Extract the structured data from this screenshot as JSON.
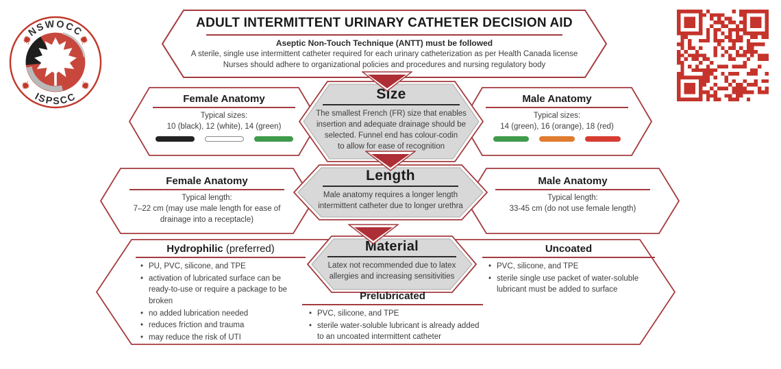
{
  "colors": {
    "red": "#a43a3e",
    "arrow_red": "#ae2e36",
    "qr_red": "#c5342c",
    "hex_gray": "#d8d8d8"
  },
  "logo": {
    "top_text": "NSWOCC",
    "bottom_text": "ISPSCC"
  },
  "banner": {
    "title": "ADULT INTERMITTENT URINARY CATHETER DECISION AID",
    "bold_line": "Aseptic Non-Touch Technique (ANTT) must be followed",
    "line1": "A sterile, single use intermittent catheter required for each urinary catheterization as per Health Canada license",
    "line2": "Nurses should adhere to organizational policies and procedures and nursing regulatory body"
  },
  "size_row": {
    "female": {
      "heading": "Female Anatomy",
      "label": "Typical sizes:",
      "value": "10 (black), 12 (white), 14 (green)",
      "swatches": [
        {
          "name": "black",
          "color": "#222222"
        },
        {
          "name": "white",
          "color": "#ffffff",
          "border": "#8a8a8a"
        },
        {
          "name": "green",
          "color": "#3f9b4b"
        }
      ]
    },
    "center": {
      "title": "Size",
      "body": "The smallest French (FR) size that enables\ninsertion and adequate drainage should be\nselected. Funnel end has colour-codin\nto allow for ease of recognition"
    },
    "male": {
      "heading": "Male Anatomy",
      "label": "Typical sizes:",
      "value": "14 (green), 16 (orange), 18 (red)",
      "swatches": [
        {
          "name": "green",
          "color": "#3f9b4b"
        },
        {
          "name": "orange",
          "color": "#e07b30"
        },
        {
          "name": "red",
          "color": "#d73c32"
        }
      ]
    }
  },
  "length_row": {
    "female": {
      "heading": "Female Anatomy",
      "label": "Typical length:",
      "value": "7–22 cm (may use male length for ease of\ndrainage into a receptacle)"
    },
    "center": {
      "title": "Length",
      "body": "Male anatomy requires a longer length\nintermittent catheter due to longer urethra"
    },
    "male": {
      "heading": "Male Anatomy",
      "label": "Typical length:",
      "value": "33-45 cm (do not use female length)"
    }
  },
  "material_row": {
    "center": {
      "title": "Material",
      "body": "Latex not recommended due to latex\nallergies and increasing sensitivities"
    },
    "hydrophilic": {
      "heading_bold": "Hydrophilic",
      "heading_normal": " (preferred)",
      "bullets": [
        "PU, PVC, silicone, and TPE",
        "activation of lubricated surface can be\nready-to-use or require a package to be broken",
        "no added lubrication needed",
        "reduces friction and trauma",
        "may reduce the risk of UTI"
      ]
    },
    "prelubricated": {
      "heading": "Prelubricated",
      "bullets": [
        "PVC, silicone, and TPE",
        "sterile water-soluble lubricant is already added\nto an uncoated intermittent catheter"
      ]
    },
    "uncoated": {
      "heading": "Uncoated",
      "bullets": [
        "PVC, silicone, and TPE",
        "sterile single use packet of water-soluble\nlubricant must be added to surface"
      ]
    }
  }
}
